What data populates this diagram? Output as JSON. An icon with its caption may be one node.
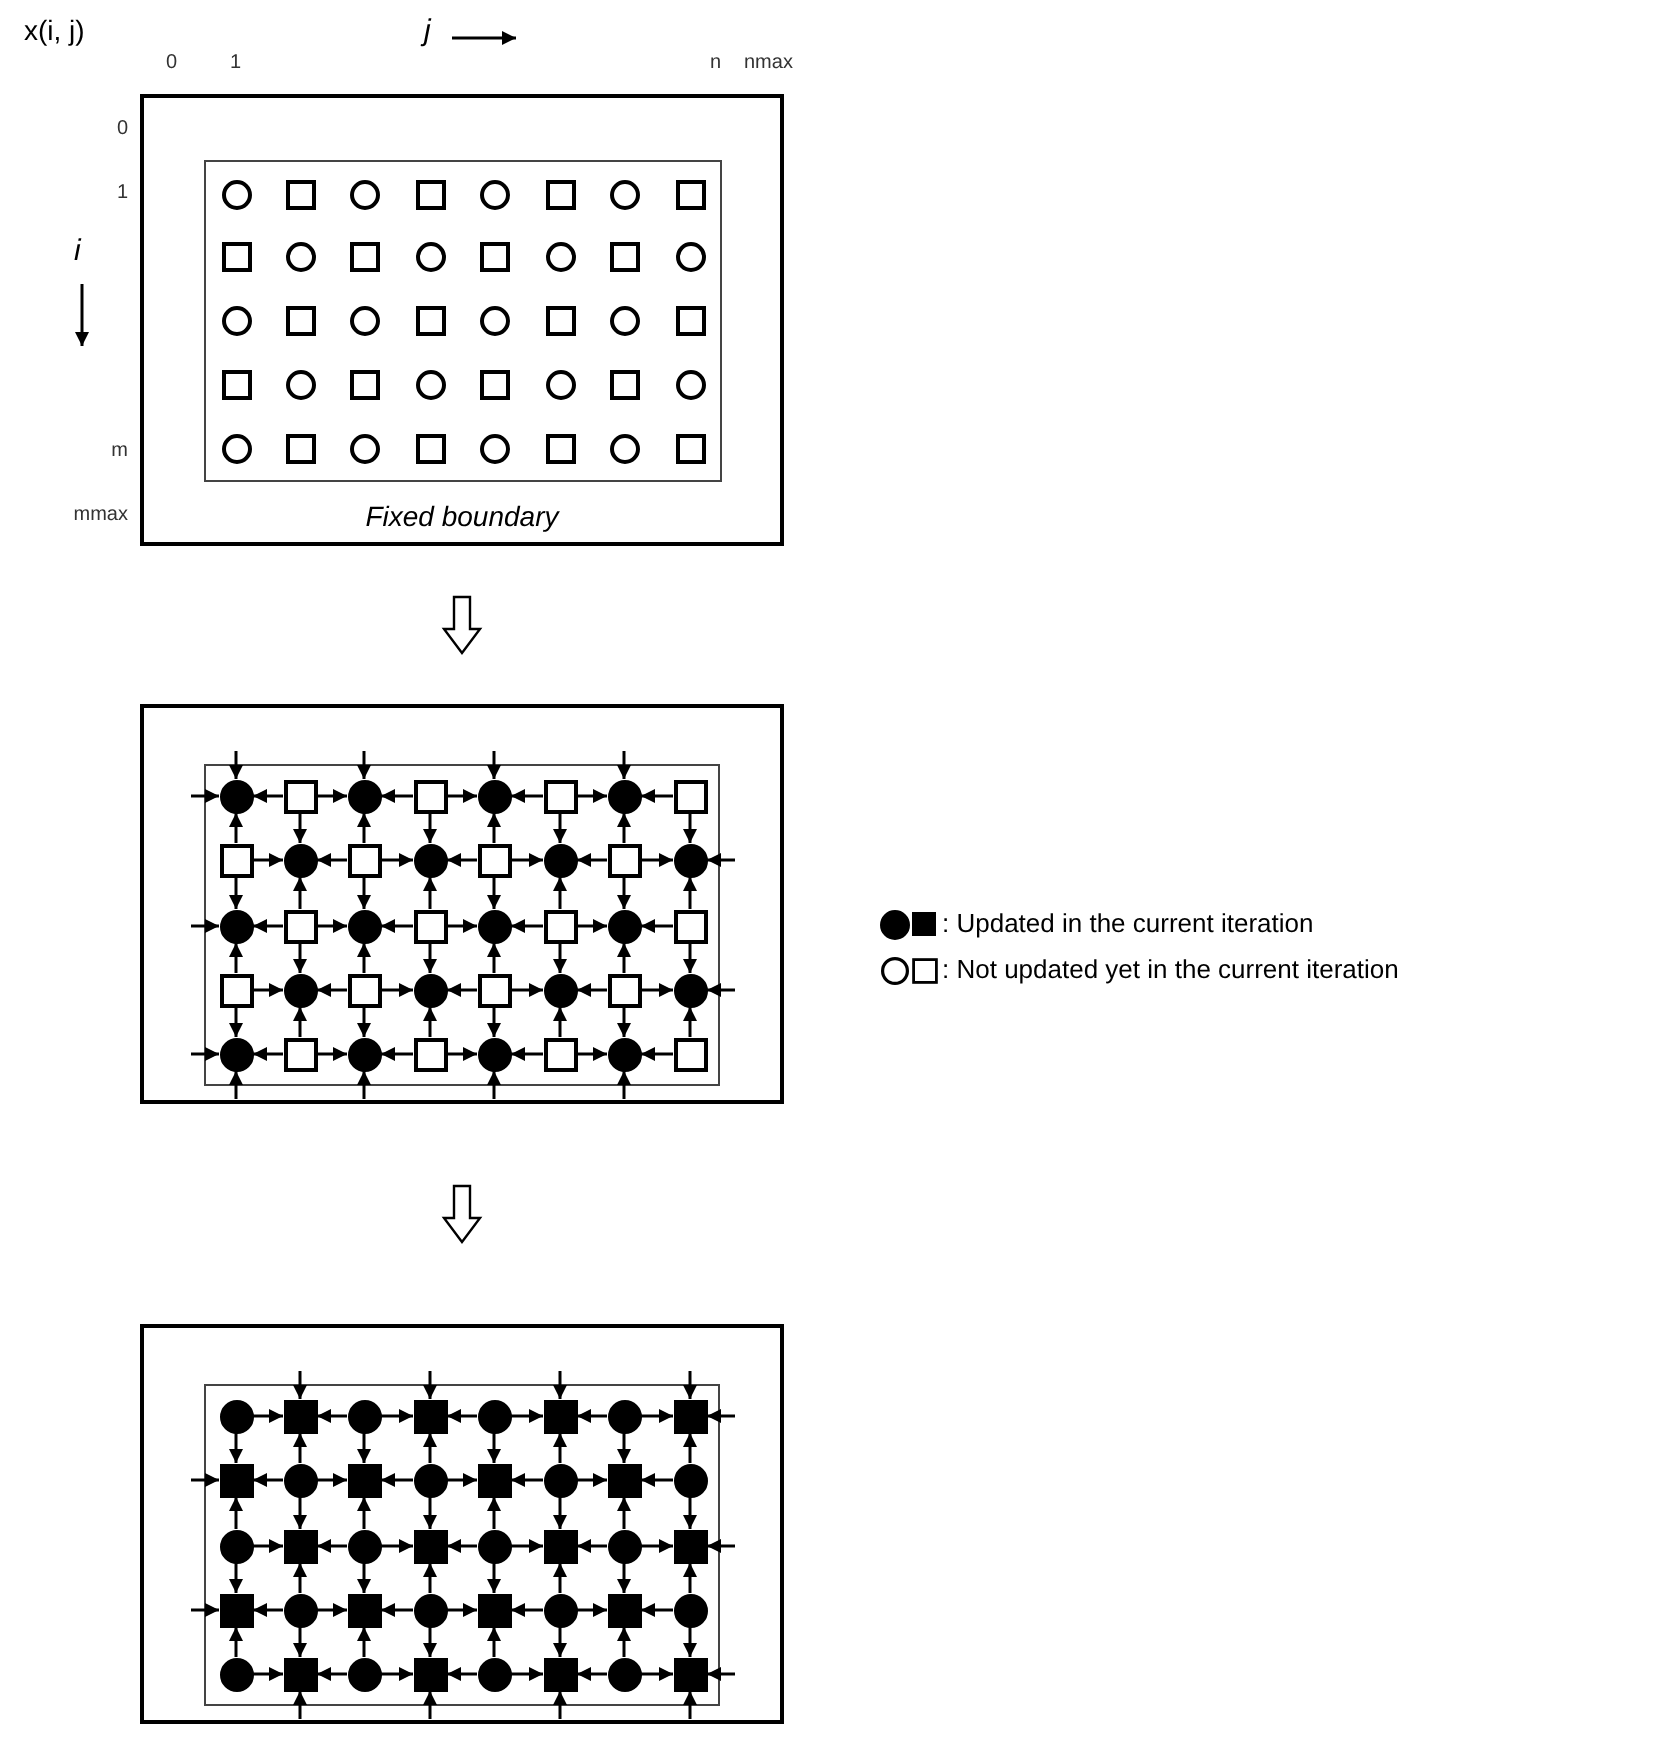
{
  "diagram": {
    "nodes": [
      {
        "text": [
          "Fixed boundary"
        ]
      },
      {
        "text": [],
        "shape": "box",
        "in": 0
      },
      {
        "text": [],
        "shape": "circle",
        "in": 1
      },
      {
        "text": [],
        "shape": "box",
        "in": 1
      },
      {
        "text": [],
        "shape": "circle",
        "in": 1
      },
      {
        "text": [],
        "shape": "box",
        "in": 1
      },
      {
        "text": [],
        "shape": "circle",
        "in": 1
      },
      {
        "text": [],
        "shape": "box",
        "in": 1
      },
      {
        "text": [],
        "shape": "circle",
        "in": 1
      },
      {
        "text": [],
        "shape": "box",
        "in": 1
      },
      {
        "text": [],
        "shape": "box",
        "in": 1
      },
      {
        "text": [],
        "shape": "circle",
        "in": 1
      },
      {
        "text": [],
        "shape": "box",
        "in": 1
      },
      {
        "text": [],
        "shape": "circle",
        "in": 1
      },
      {
        "text": [],
        "shape": "box",
        "in": 1
      },
      {
        "text": [],
        "shape": "circle",
        "in": 1
      },
      {
        "text": [],
        "shape": "box",
        "in": 1
      },
      {
        "text": [],
        "shape": "circle",
        "in": 1
      },
      {
        "text": [],
        "shape": "circle",
        "in": 1
      },
      {
        "text": [],
        "shape": "box",
        "in": 1
      },
      {
        "text": [],
        "shape": "circle",
        "in": 1
      },
      {
        "text": [],
        "shape": "box",
        "in": 1
      },
      {
        "text": [],
        "shape": "circle",
        "in": 1
      },
      {
        "text": [],
        "shape": "box",
        "in": 1
      },
      {
        "text": [],
        "shape": "circle",
        "in": 1
      },
      {
        "text": [],
        "shape": "box",
        "in": 1
      },
      {
        "text": [],
        "shape": "box",
        "in": 1
      },
      {
        "text": [],
        "shape": "circle",
        "in": 1
      },
      {
        "text": [],
        "shape": "box",
        "in": 1
      },
      {
        "text": [],
        "shape": "circle",
        "in": 1
      },
      {
        "text": [],
        "shape": "box",
        "in": 1
      },
      {
        "text": [],
        "shape": "circle",
        "in": 1
      },
      {
        "text": [],
        "shape": "box",
        "in": 1
      },
      {
        "text": [],
        "shape": "circle",
        "in": 1
      },
      {
        "text": [],
        "shape": "circle",
        "in": 1
      },
      {
        "text": [],
        "shape": "box",
        "in": 1
      },
      {
        "text": [],
        "shape": "circle",
        "in": 1
      },
      {
        "text": [],
        "shape": "box",
        "in": 1
      },
      {
        "text": [],
        "shape": "circle",
        "in": 1
      },
      {
        "text": [],
        "shape": "box",
        "in": 1
      },
      {
        "text": [],
        "shape": "circle",
        "in": 1
      },
      {
        "text": [],
        "shape": "box",
        "in": 1
      },
      {
        "text": [],
        "shape": "box"
      },
      {
        "text": [],
        "shape": "box",
        "in": 42
      },
      {
        "text": [],
        "shape": "circle",
        "in": 43
      },
      {
        "text": [],
        "shape": "box",
        "in": 43
      },
      {
        "text": [],
        "shape": "circle",
        "in": 43
      },
      {
        "text": [],
        "shape": "box",
        "in": 43
      },
      {
        "text": [],
        "shape": "circle",
        "in": 43
      },
      {
        "text": [],
        "shape": "box",
        "in": 43
      },
      {
        "text": [],
        "shape": "circle",
        "in": 43
      },
      {
        "text": [],
        "shape": "box",
        "in": 43
      },
      {
        "text": [],
        "shape": "box",
        "in": 43
      },
      {
        "text": [],
        "shape": "circle",
        "in": 43
      },
      {
        "text": [],
        "shape": "box",
        "in": 43
      },
      {
        "text": [],
        "shape": "circle",
        "in": 43
      },
      {
        "text": [],
        "shape": "box",
        "in": 43
      },
      {
        "text": [],
        "shape": "circle",
        "in": 43
      },
      {
        "text": [],
        "shape": "box",
        "in": 43
      },
      {
        "text": [],
        "shape": "circle",
        "in": 43
      },
      {
        "text": [],
        "shape": "circle",
        "in": 43
      },
      {
        "text": [],
        "shape": "box",
        "in": 43
      },
      {
        "text": [],
        "shape": "circle",
        "in": 43
      },
      {
        "text": [],
        "shape": "box",
        "in": 43
      },
      {
        "text": [],
        "shape": "circle",
        "in": 43
      },
      {
        "text": [],
        "shape": "box",
        "in": 43
      },
      {
        "text": [],
        "shape": "circle",
        "in": 43
      },
      {
        "text": [],
        "shape": "box",
        "in": 43
      },
      {
        "text": [],
        "shape": "box",
        "in": 43
      },
      {
        "text": [],
        "shape": "circle",
        "in": 43
      },
      {
        "text": [],
        "shape": "box",
        "in": 43
      },
      {
        "text": [],
        "shape": "circle",
        "in": 43
      },
      {
        "text": [],
        "shape": "box",
        "in": 43
      },
      {
        "text": [],
        "shape": "circle",
        "in": 43
      },
      {
        "text": [],
        "shape": "box",
        "in": 43
      },
      {
        "text": [],
        "shape": "circle",
        "in": 43
      },
      {
        "text": [],
        "shape": "circle",
        "in": 43
      },
      {
        "text": [],
        "shape": "box",
        "in": 43
      },
      {
        "text": [],
        "shape": "circle",
        "in": 43
      },
      {
        "text": [],
        "shape": "box",
        "in": 43
      },
      {
        "text": [],
        "shape": "circle",
        "in": 43
      },
      {
        "text": [],
        "shape": "box",
        "in": 43
      },
      {
        "text": [],
        "shape": "circle",
        "in": 43
      },
      {
        "text": [],
        "shape": "box",
        "in": 43
      },
      {
        "text": [],
        "shape": "box"
      },
      {
        "text": [],
        "shape": "box",
        "in": 84
      },
      {
        "text": [],
        "shape": "circle",
        "in": 85
      },
      {
        "text": [],
        "shape": "box",
        "in": 85
      },
      {
        "text": [],
        "shape": "circle",
        "in": 85
      },
      {
        "text": [],
        "shape": "box",
        "in": 85
      },
      {
        "text": [],
        "shape": "circle",
        "in": 85
      },
      {
        "text": [],
        "shape": "box",
        "in": 85
      },
      {
        "text": [],
        "shape": "circle",
        "in": 85
      },
      {
        "text": [],
        "shape": "box",
        "in": 85
      },
      {
        "text": [],
        "shape": "box",
        "in": 85
      },
      {
        "text": [],
        "shape": "circle",
        "in": 85
      },
      {
        "text": [],
        "shape": "box",
        "in": 85
      },
      {
        "text": [],
        "shape": "circle",
        "in": 85
      },
      {
        "text": [],
        "shape": "box",
        "in": 85
      },
      {
        "text": [],
        "shape": "circle",
        "in": 85
      },
      {
        "text": [],
        "shape": "box",
        "in": 85
      },
      {
        "text": [],
        "shape": "circle",
        "in": 85
      },
      {
        "text": [],
        "shape": "circle",
        "in": 85
      },
      {
        "text": [],
        "shape": "box",
        "in": 85
      },
      {
        "text": [],
        "shape": "circle",
        "in": 85
      },
      {
        "text": [],
        "shape": "box",
        "in": 85
      },
      {
        "text": [],
        "shape": "circle",
        "in": 85
      },
      {
        "text": [],
        "shape": "box",
        "in": 85
      },
      {
        "text": [],
        "shape": "circle",
        "in": 85
      },
      {
        "text": [],
        "shape": "box",
        "in": 85
      },
      {
        "text": [],
        "shape": "box",
        "in": 85
      },
      {
        "text": [],
        "shape": "circle",
        "in": 85
      },
      {
        "text": [],
        "shape": "box",
        "in": 85
      },
      {
        "text": [],
        "shape": "circle",
        "in": 85
      },
      {
        "text": [],
        "shape": "box",
        "in": 85
      },
      {
        "text": [],
        "shape": "circle",
        "in": 85
      },
      {
        "text": [],
        "shape": "box",
        "in": 85
      },
      {
        "text": [],
        "shape": "circle",
        "in": 85
      },
      {
        "text": [],
        "shape": "circle",
        "in": 85
      },
      {
        "text": [],
        "shape": "box",
        "in": 85
      },
      {
        "text": [],
        "shape": "circle",
        "in": 85
      },
      {
        "text": [],
        "shape": "box",
        "in": 85
      },
      {
        "text": [],
        "shape": "circle",
        "in": 85
      },
      {
        "text": [],
        "shape": "box",
        "in": 85
      },
      {
        "text": [],
        "shape": "circle",
        "in": 85
      },
      {
        "text": [],
        "shape": "box",
        "in": 85
      }
    ],
    "edges": [
      {
        "from": 0,
        "to": 42,
        "arrow": "to"
      },
      {
        "from": 42,
        "to": 84,
        "arrow": "to"
      },
      {
        "from": 45,
        "to": 44,
        "arrow": "to"
      },
      {
        "from": 45,
        "to": 46,
        "arrow": "to"
      },
      {
        "from": 47,
        "to": 46,
        "arrow": "to"
      },
      {
        "from": 47,
        "to": 48,
        "arrow": "to"
      },
      {
        "from": 49,
        "to": 48,
        "arrow": "to"
      },
      {
        "from": 49,
        "to": 50,
        "arrow": "to"
      },
      {
        "from": 51,
        "to": 50,
        "arrow": "to"
      },
      {
        "from": 52,
        "to": 53,
        "arrow": "to"
      },
      {
        "from": 54,
        "to": 53,
        "arrow": "to"
      },
      {
        "from": 54,
        "to": 55,
        "arrow": "to"
      },
      {
        "from": 56,
        "to": 55,
        "arrow": "to"
      },
      {
        "from": 56,
        "to": 57,
        "arrow": "to"
      },
      {
        "from": 58,
        "to": 57,
        "arrow": "to"
      },
      {
        "from": 58,
        "to": 59,
        "arrow": "to"
      },
      {
        "from": 61,
        "to": 60,
        "arrow": "to"
      },
      {
        "from": 61,
        "to": 62,
        "arrow": "to"
      },
      {
        "from": 63,
        "to": 62,
        "arrow": "to"
      },
      {
        "from": 63,
        "to": 64,
        "arrow": "to"
      },
      {
        "from": 65,
        "to": 64,
        "arrow": "to"
      },
      {
        "from": 65,
        "to": 66,
        "arrow": "to"
      },
      {
        "from": 67,
        "to": 66,
        "arrow": "to"
      },
      {
        "from": 68,
        "to": 69,
        "arrow": "to"
      },
      {
        "from": 70,
        "to": 69,
        "arrow": "to"
      },
      {
        "from": 70,
        "to": 71,
        "arrow": "to"
      },
      {
        "from": 72,
        "to": 71,
        "arrow": "to"
      },
      {
        "from": 72,
        "to": 73,
        "arrow": "to"
      },
      {
        "from": 74,
        "to": 73,
        "arrow": "to"
      },
      {
        "from": 74,
        "to": 75,
        "arrow": "to"
      },
      {
        "from": 77,
        "to": 76,
        "arrow": "to"
      },
      {
        "from": 77,
        "to": 78,
        "arrow": "to"
      },
      {
        "from": 79,
        "to": 78,
        "arrow": "to"
      },
      {
        "from": 79,
        "to": 80,
        "arrow": "to"
      },
      {
        "from": 81,
        "to": 80,
        "arrow": "to"
      },
      {
        "from": 81,
        "to": 82,
        "arrow": "to"
      },
      {
        "from": 83,
        "to": 82,
        "arrow": "to"
      },
      {
        "from": 52,
        "to": 44,
        "arrow": "to"
      },
      {
        "from": 45,
        "to": 53,
        "arrow": "to"
      },
      {
        "from": 54,
        "to": 46,
        "arrow": "to"
      },
      {
        "from": 47,
        "to": 55,
        "arrow": "to"
      },
      {
        "from": 56,
        "to": 48,
        "arrow": "to"
      },
      {
        "from": 49,
        "to": 57,
        "arrow": "to"
      },
      {
        "from": 58,
        "to": 50,
        "arrow": "to"
      },
      {
        "from": 51,
        "to": 59,
        "arrow": "to"
      },
      {
        "from": 52,
        "to": 60,
        "arrow": "to"
      },
      {
        "from": 61,
        "to": 53,
        "arrow": "to"
      },
      {
        "from": 54,
        "to": 62,
        "arrow": "to"
      },
      {
        "from": 63,
        "to": 55,
        "arrow": "to"
      },
      {
        "from": 56,
        "to": 64,
        "arrow": "to"
      },
      {
        "from": 65,
        "to": 57,
        "arrow": "to"
      },
      {
        "from": 58,
        "to": 66,
        "arrow": "to"
      },
      {
        "from": 67,
        "to": 59,
        "arrow": "to"
      },
      {
        "from": 68,
        "to": 60,
        "arrow": "to"
      },
      {
        "from": 61,
        "to": 69,
        "arrow": "to"
      },
      {
        "from": 70,
        "to": 62,
        "arrow": "to"
      },
      {
        "from": 63,
        "to": 71,
        "arrow": "to"
      },
      {
        "from": 72,
        "to": 64,
        "arrow": "to"
      },
      {
        "from": 65,
        "to": 73,
        "arrow": "to"
      },
      {
        "from": 74,
        "to": 66,
        "arrow": "to"
      },
      {
        "from": 67,
        "to": 75,
        "arrow": "to"
      },
      {
        "from": 68,
        "to": 76,
        "arrow": "to"
      },
      {
        "from": 77,
        "to": 69,
        "arrow": "to"
      },
      {
        "from": 70,
        "to": 78,
        "arrow": "to"
      },
      {
        "from": 79,
        "to": 71,
        "arrow": "to"
      },
      {
        "from": 72,
        "to": 80,
        "arrow": "to"
      },
      {
        "from": 81,
        "to": 73,
        "arrow": "to"
      },
      {
        "from": 74,
        "to": 82,
        "arrow": "to"
      },
      {
        "from": 83,
        "to": 75,
        "arrow": "to"
      },
      {
        "from": null,
        "to": 44,
        "arrow": "to"
      },
      {
        "from": null,
        "to": 46,
        "arrow": "to"
      },
      {
        "from": null,
        "to": 48,
        "arrow": "to"
      },
      {
        "from": null,
        "to": 50,
        "arrow": "to"
      },
      {
        "from": null,
        "to": 76,
        "arrow": "to"
      },
      {
        "from": null,
        "to": 78,
        "arrow": "to"
      },
      {
        "from": null,
        "to": 80,
        "arrow": "to"
      },
      {
        "from": null,
        "to": 82,
        "arrow": "to"
      },
      {
        "from": null,
        "to": 44,
        "arrow": "to"
      },
      {
        "from": null,
        "to": 60,
        "arrow": "to"
      },
      {
        "from": null,
        "to": 76,
        "arrow": "to"
      },
      {
        "from": null,
        "to": 59,
        "arrow": "to"
      },
      {
        "from": null,
        "to": 75,
        "arrow": "to"
      },
      {
        "from": 86,
        "to": 87,
        "arrow": "to"
      },
      {
        "from": 88,
        "to": 87,
        "arrow": "to"
      },
      {
        "from": 88,
        "to": 89,
        "arrow": "to"
      },
      {
        "from": 90,
        "to": 89,
        "arrow": "to"
      },
      {
        "from": 90,
        "to": 91,
        "arrow": "to"
      },
      {
        "from": 92,
        "to": 91,
        "arrow": "to"
      },
      {
        "from": 92,
        "to": 93,
        "arrow": "to"
      },
      {
        "from": 95,
        "to": 94,
        "arrow": "to"
      },
      {
        "from": 95,
        "to": 96,
        "arrow": "to"
      },
      {
        "from": 97,
        "to": 96,
        "arrow": "to"
      },
      {
        "from": 97,
        "to": 98,
        "arrow": "to"
      },
      {
        "from": 99,
        "to": 98,
        "arrow": "to"
      },
      {
        "from": 99,
        "to": 100,
        "arrow": "to"
      },
      {
        "from": 101,
        "to": 100,
        "arrow": "to"
      },
      {
        "from": 102,
        "to": 103,
        "arrow": "to"
      },
      {
        "from": 104,
        "to": 103,
        "arrow": "to"
      },
      {
        "from": 104,
        "to": 105,
        "arrow": "to"
      },
      {
        "from": 106,
        "to": 105,
        "arrow": "to"
      },
      {
        "from": 106,
        "to": 107,
        "arrow": "to"
      },
      {
        "from": 108,
        "to": 107,
        "arrow": "to"
      },
      {
        "from": 108,
        "to": 109,
        "arrow": "to"
      },
      {
        "from": 111,
        "to": 110,
        "arrow": "to"
      },
      {
        "from": 111,
        "to": 112,
        "arrow": "to"
      },
      {
        "from": 113,
        "to": 112,
        "arrow": "to"
      },
      {
        "from": 113,
        "to": 114,
        "arrow": "to"
      },
      {
        "from": 115,
        "to": 114,
        "arrow": "to"
      },
      {
        "from": 115,
        "to": 116,
        "arrow": "to"
      },
      {
        "from": 117,
        "to": 116,
        "arrow": "to"
      },
      {
        "from": 118,
        "to": 119,
        "arrow": "to"
      },
      {
        "from": 120,
        "to": 119,
        "arrow": "to"
      },
      {
        "from": 120,
        "to": 121,
        "arrow": "to"
      },
      {
        "from": 122,
        "to": 121,
        "arrow": "to"
      },
      {
        "from": 122,
        "to": 123,
        "arrow": "to"
      },
      {
        "from": 124,
        "to": 123,
        "arrow": "to"
      },
      {
        "from": 124,
        "to": 125,
        "arrow": "to"
      },
      {
        "from": 86,
        "to": 94,
        "arrow": "to"
      },
      {
        "from": 95,
        "to": 87,
        "arrow": "to"
      },
      {
        "from": 88,
        "to": 96,
        "arrow": "to"
      },
      {
        "from": 97,
        "to": 89,
        "arrow": "to"
      },
      {
        "from": 90,
        "to": 98,
        "arrow": "to"
      },
      {
        "from": 99,
        "to": 91,
        "arrow": "to"
      },
      {
        "from": 92,
        "to": 100,
        "arrow": "to"
      },
      {
        "from": 101,
        "to": 93,
        "arrow": "to"
      },
      {
        "from": 102,
        "to": 94,
        "arrow": "to"
      },
      {
        "from": 95,
        "to": 103,
        "arrow": "to"
      },
      {
        "from": 104,
        "to": 96,
        "arrow": "to"
      },
      {
        "from": 97,
        "to": 105,
        "arrow": "to"
      },
      {
        "from": 106,
        "to": 98,
        "arrow": "to"
      },
      {
        "from": 99,
        "to": 107,
        "arrow": "to"
      },
      {
        "from": 108,
        "to": 100,
        "arrow": "to"
      },
      {
        "from": 101,
        "to": 109,
        "arrow": "to"
      },
      {
        "from": 102,
        "to": 110,
        "arrow": "to"
      },
      {
        "from": 111,
        "to": 103,
        "arrow": "to"
      },
      {
        "from": 104,
        "to": 112,
        "arrow": "to"
      },
      {
        "from": 113,
        "to": 105,
        "arrow": "to"
      },
      {
        "from": 106,
        "to": 114,
        "arrow": "to"
      },
      {
        "from": 115,
        "to": 107,
        "arrow": "to"
      },
      {
        "from": 108,
        "to": 116,
        "arrow": "to"
      },
      {
        "from": 117,
        "to": 109,
        "arrow": "to"
      },
      {
        "from": 118,
        "to": 110,
        "arrow": "to"
      },
      {
        "from": 111,
        "to": 119,
        "arrow": "to"
      },
      {
        "from": 120,
        "to": 112,
        "arrow": "to"
      },
      {
        "from": 113,
        "to": 121,
        "arrow": "to"
      },
      {
        "from": 122,
        "to": 114,
        "arrow": "to"
      },
      {
        "from": 115,
        "to": 123,
        "arrow": "to"
      },
      {
        "from": 124,
        "to": 116,
        "arrow": "to"
      },
      {
        "from": 117,
        "to": 125,
        "arrow": "to"
      },
      {
        "from": null,
        "to": 87,
        "arrow": "to"
      },
      {
        "from": null,
        "to": 89,
        "arrow": "to"
      },
      {
        "from": null,
        "to": 91,
        "arrow": "to"
      },
      {
        "from": null,
        "to": 93,
        "arrow": "to"
      },
      {
        "from": null,
        "to": 119,
        "arrow": "to"
      },
      {
        "from": null,
        "to": 121,
        "arrow": "to"
      },
      {
        "from": null,
        "to": 123,
        "arrow": "to"
      },
      {
        "from": null,
        "to": 125,
        "arrow": "to"
      },
      {
        "from": null,
        "to": 94,
        "arrow": "to"
      },
      {
        "from": null,
        "to": 110,
        "arrow": "to"
      },
      {
        "from": null,
        "to": 93,
        "arrow": "to"
      },
      {
        "from": null,
        "to": 109,
        "arrow": "to"
      },
      {
        "from": null,
        "to": 125,
        "arrow": "to"
      }
    ],
    "labels": [
      "x(i, j)",
      "j",
      "0",
      "1",
      "n",
      "nmax",
      "0",
      "1",
      "i",
      "m",
      "mmax"
    ],
    "legend": [
      {
        "text": ": Updated in the current iteration"
      },
      {
        "text": ": Not updated yet in the current iteration"
      }
    ]
  }
}
